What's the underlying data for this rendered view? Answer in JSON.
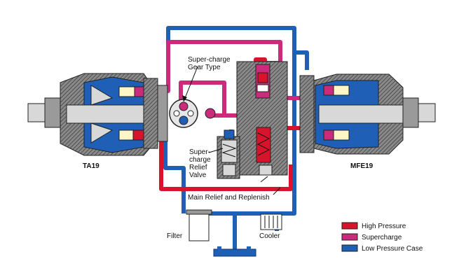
{
  "labels": {
    "supercharge_gear_line1": "Super-charge",
    "supercharge_gear_line2": "Gear Type",
    "relief_line1": "Super-",
    "relief_line2": "charge",
    "relief_line3": "Relief",
    "relief_line4": "Valve",
    "main_relief": "Main Relief and Replenish",
    "pump_name": "TA19",
    "motor_name": "MFE19",
    "filter": "Filter",
    "cooler": "Cooler"
  },
  "legend": [
    {
      "label": "High Pressure",
      "color": "#d7142b"
    },
    {
      "label": "Supercharge",
      "color": "#cc2a7a"
    },
    {
      "label": "Low Pressure Case",
      "color": "#1f5fb5"
    }
  ],
  "colors": {
    "high_pressure": "#d7142b",
    "supercharge": "#cc2a7a",
    "low_pressure_case": "#1f5fb5"
  }
}
